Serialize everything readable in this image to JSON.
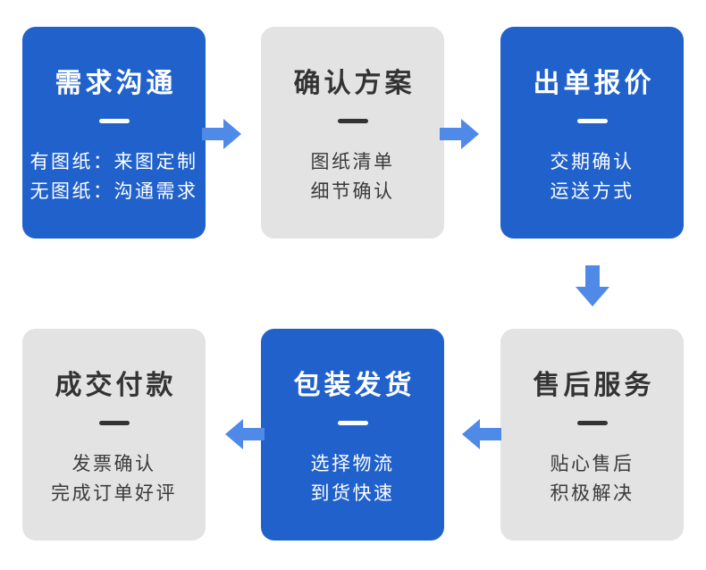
{
  "colors": {
    "box_blue": "#2061cb",
    "box_gray": "#e3e3e3",
    "arrow_blue": "#4f8ae9",
    "text_on_blue": "#ffffff",
    "text_on_gray": "#333333",
    "background": "#ffffff"
  },
  "steps": [
    {
      "title": "需求沟通",
      "line1": "有图纸：来图定制",
      "line2": "无图纸：沟通需求",
      "variant": "blue"
    },
    {
      "title": "确认方案",
      "line1": "图纸清单",
      "line2": "细节确认",
      "variant": "gray"
    },
    {
      "title": "出单报价",
      "line1": "交期确认",
      "line2": "运送方式",
      "variant": "blue"
    },
    {
      "title": "成交付款",
      "line1": "发票确认",
      "line2": "完成订单好评",
      "variant": "gray"
    },
    {
      "title": "包装发货",
      "line1": "选择物流",
      "line2": "到货快速",
      "variant": "blue"
    },
    {
      "title": "售后服务",
      "line1": "贴心售后",
      "line2": "积极解决",
      "variant": "gray"
    }
  ],
  "arrows": [
    {
      "id": "arrow-right-1",
      "direction": "right"
    },
    {
      "id": "arrow-right-2",
      "direction": "right"
    },
    {
      "id": "arrow-down-1",
      "direction": "down"
    },
    {
      "id": "arrow-left-1",
      "direction": "left"
    },
    {
      "id": "arrow-left-2",
      "direction": "left"
    }
  ]
}
